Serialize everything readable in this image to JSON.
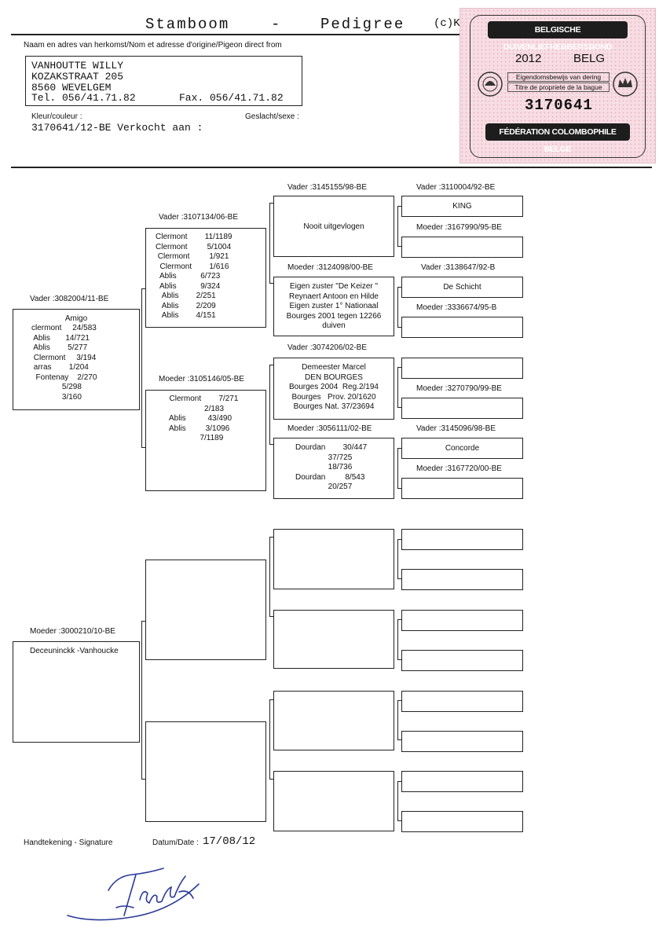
{
  "header": {
    "title_left": "Stamboom",
    "dash": "-",
    "title_right": "Pedigree",
    "copyright_mark": "(c)K"
  },
  "origin": {
    "label": "Naam en adres van herkomst/Nom et adresse d'origine/Pigeon direct from",
    "name": "VANHOUTTE WILLY",
    "street": "KOZAKSTRAAT 205",
    "city": "8560 WEVELGEM",
    "tel": "Tel. 056/41.71.82",
    "fax": "Fax. 056/41.71.82"
  },
  "color_label": "Kleur/couleur :",
  "sex_label": "Geslacht/sexe :",
  "pigeon_line": "3170641/12-BE Verkocht aan :",
  "ring_card": {
    "top_banner": "BELGISCHE DUIVENLIEFHEBBERSBOND",
    "year": "2012",
    "country": "BELG",
    "deed_nl": "Eigendomsbewijs van dering",
    "deed_fr": "Titre de propriete de la bague",
    "number": "3170641",
    "bottom_banner": "FÉDÉRATION COLOMBOPHILE BELGE"
  },
  "sire": {
    "label": "Vader :3082004/11-BE",
    "name": "Amigo",
    "results": "clermont     24/583\n Ablis       14/721\n Ablis        5/277\n Clermont     3/194\n arras        1/204\n  Fontenay    2/270\n              5/298\n              3/160"
  },
  "dam": {
    "label": "Moeder :3000210/10-BE",
    "name": "Deceuninckk -Vanhoucke"
  },
  "gen2": {
    "sire_sire": {
      "label": "Vader  :3107134/06-BE",
      "results": "Clermont        11/1189\nClermont         5/1004\n Clermont         1/921\n  Clermont        1/616\n  Ablis           6/723\n  Ablis           9/324\n   Ablis        2/251\n   Ablis        2/209\n   Ablis        4/151"
    },
    "sire_dam": {
      "label": "Moeder :3105146/05-BE",
      "results": "  Clermont        7/271\n                  2/183\n  Ablis          43/490\n  Ablis         3/1096\n                7/1189"
    }
  },
  "gen3": {
    "ss_sire": {
      "label": "Vader  :3145155/98-BE",
      "text": "Nooit uitgevlogen"
    },
    "ss_dam": {
      "label": "Moeder :3124098/00-BE",
      "text": "Eigen zuster \"De Keizer \"\nReynaert Antoon en Hilde\nEigen zuster 1° Nationaal\nBourges 2001 tegen 12266\nduiven"
    },
    "sd_sire": {
      "label": "Vader  :3074206/02-BE",
      "text": "Demeester Marcel\nDEN BOURGES\nBourges 2004  Reg.2/194\nBourges   Prov. 20/1620\nBourges Nat. 37/23694"
    },
    "sd_dam": {
      "label": "Moeder :3056111/02-BE",
      "text": "Dourdan        30/447\n               37/725\n               18/736\nDourdan         8/543\n               20/257"
    }
  },
  "gen4": {
    "r1": {
      "label": "Vader  :3110004/92-BE",
      "text": "KING"
    },
    "r2": {
      "label": "Moeder :3167990/95-BE",
      "text": ""
    },
    "r3": {
      "label": "Vader  :3138647/92-B",
      "text": "De Schicht"
    },
    "r4": {
      "label": "Moeder :3336674/95-B",
      "text": ""
    },
    "r5": {
      "label": "",
      "text": ""
    },
    "r6": {
      "label": "Moeder :3270790/99-BE",
      "text": ""
    },
    "r7": {
      "label": "Vader  :3145096/98-BE",
      "text": "Concorde"
    },
    "r8": {
      "label": "Moeder :3167720/00-BE",
      "text": ""
    }
  },
  "footer": {
    "signature_label": "Handtekening - Signature",
    "date_label": "Datum/Date :",
    "date_value": "17/08/12"
  },
  "colors": {
    "ink": "#222222",
    "card_bg": "#f7dde3",
    "card_dark": "#1d1d1d"
  }
}
